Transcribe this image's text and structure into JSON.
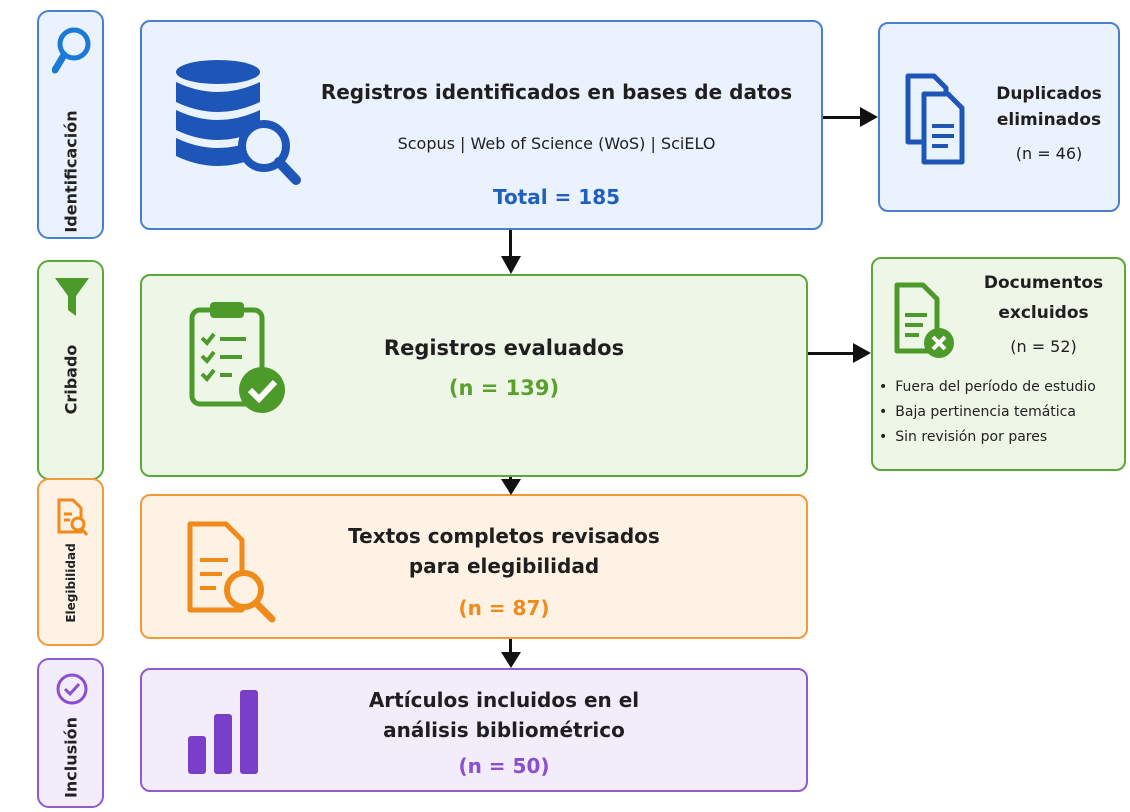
{
  "stages": {
    "identificacion": "Identificación",
    "cribado": "Cribado",
    "elegibilidad": "Elegibilidad",
    "inclusion": "Inclusión"
  },
  "records_identified": {
    "title": "Registros identificados en bases de datos",
    "sources": "Scopus | Web of Science (WoS) | SciELO",
    "total": "Total = 185"
  },
  "duplicates": {
    "title_line1": "Duplicados",
    "title_line2": "eliminados",
    "count": "(n = 46)"
  },
  "screened": {
    "title": "Registros evaluados",
    "count": "(n = 139)"
  },
  "excluded": {
    "title_line1": "Documentos",
    "title_line2": "excluidos",
    "count": "(n = 52)",
    "reasons": [
      "Fuera del período de estudio",
      "Baja pertinencia temática",
      "Sin revisión por pares"
    ]
  },
  "eligibility": {
    "title_line1": "Textos completos revisados",
    "title_line2": "para elegibilidad",
    "count": "(n = 87)"
  },
  "included": {
    "title_line1": "Artículos incluidos en el",
    "title_line2": "análisis bibliométrico",
    "count": "(n = 50)"
  },
  "colors": {
    "blue": "#4a7fd0",
    "blue_fill": "#eaf2fd",
    "blue_text": "#1f5fbf",
    "green": "#5aa83a",
    "green_fill": "#eef6e8",
    "green_text": "#5aa02c",
    "orange": "#f29a3a",
    "orange_fill": "#fdf2e3",
    "orange_text": "#f08a1a",
    "purple": "#8e5bd0",
    "purple_fill": "#f3ecfb",
    "purple_text": "#8a4fd0"
  },
  "icons": [
    "search-icon",
    "funnel-icon",
    "document-search-icon",
    "check-circle-icon",
    "database-search-icon",
    "copy-documents-icon",
    "clipboard-check-icon",
    "document-excluded-icon",
    "bar-chart-icon"
  ]
}
